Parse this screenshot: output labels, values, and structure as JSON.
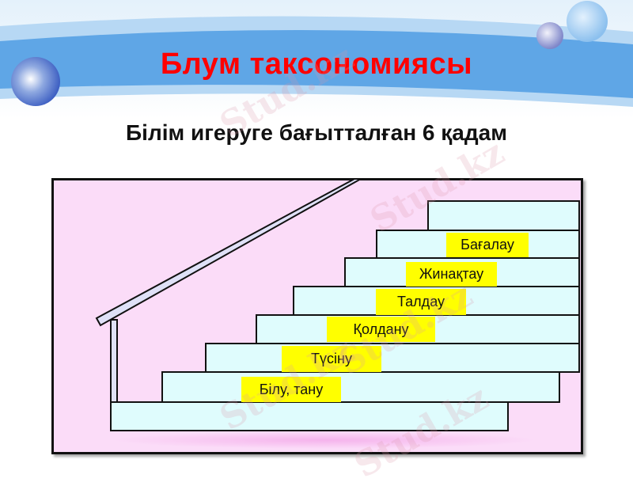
{
  "slide": {
    "title": "Блум таксономиясы",
    "subtitle": "Білім игеруге бағытталған 6 қадам",
    "colors": {
      "title": "#ff0000",
      "banner": "#5fa6e6",
      "frame_bg": "#fbdcf8",
      "step_fill": "#dffcfd",
      "label_bg": "#ffff00"
    }
  },
  "staircase": {
    "steps": [
      {
        "label": "Бағалау"
      },
      {
        "label": "Жинақтау"
      },
      {
        "label": "Талдау"
      },
      {
        "label": "Қолдану"
      },
      {
        "label": "Түсіну"
      },
      {
        "label": "Білу, тану"
      }
    ]
  },
  "watermark": {
    "text": "Stud.kz"
  }
}
